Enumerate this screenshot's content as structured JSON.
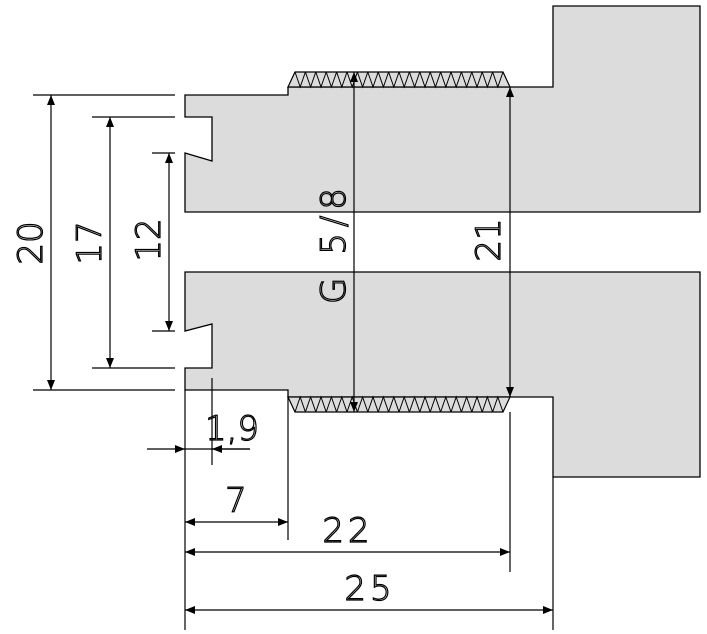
{
  "colors": {
    "part_fill": "#dcdcdc",
    "line": "#000000"
  },
  "labels": {
    "d20": "20",
    "d17": "17",
    "d12": "12",
    "thread": "G 5/8",
    "d21": "21",
    "d1_9": "1,9",
    "d7": "7",
    "d22": "22",
    "d25": "25"
  }
}
